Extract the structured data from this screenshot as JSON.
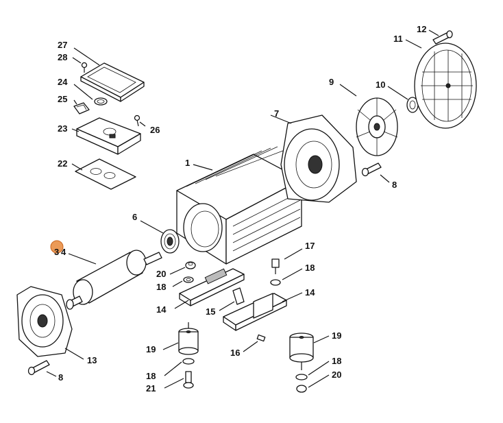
{
  "labels": {
    "p1": "1",
    "p3": "3",
    "p4": "4",
    "p6": "6",
    "p7": "7",
    "p8a": "8",
    "p8b": "8",
    "p9": "9",
    "p10": "10",
    "p11": "11",
    "p12": "12",
    "p13": "13",
    "p14a": "14",
    "p14b": "14",
    "p15": "15",
    "p16": "16",
    "p17": "17",
    "p18a": "18",
    "p18b": "18",
    "p18c": "18",
    "p18d": "18",
    "p19a": "19",
    "p19b": "19",
    "p20a": "20",
    "p20b": "20",
    "p21": "21",
    "p22": "22",
    "p23": "23",
    "p24": "24",
    "p25": "25",
    "p26": "26",
    "p27": "27",
    "p28": "28"
  },
  "colors": {
    "highlight": "#e8883a",
    "ink": "#111111"
  }
}
